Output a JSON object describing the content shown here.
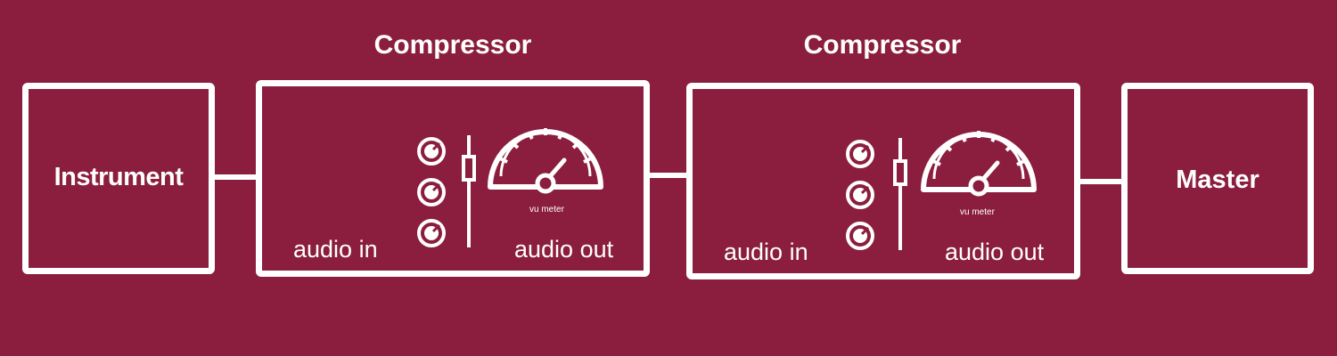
{
  "colors": {
    "background": "#8b1e3f",
    "foreground": "#ffffff"
  },
  "nodes": {
    "instrument": {
      "label": "Instrument"
    },
    "master": {
      "label": "Master"
    },
    "compressor1": {
      "title": "Compressor",
      "audio_in": "audio in",
      "audio_out": "audio out",
      "meter_label": "vu meter",
      "icons": [
        "knob-icon",
        "knob-icon",
        "knob-icon",
        "fader-icon",
        "vu-meter-icon"
      ]
    },
    "compressor2": {
      "title": "Compressor",
      "audio_in": "audio in",
      "audio_out": "audio out",
      "meter_label": "vu meter",
      "icons": [
        "knob-icon",
        "knob-icon",
        "knob-icon",
        "fader-icon",
        "vu-meter-icon"
      ]
    }
  },
  "edges": [
    {
      "from": "Instrument",
      "to": "Compressor"
    },
    {
      "from": "Compressor",
      "to": "Compressor"
    },
    {
      "from": "Compressor",
      "to": "Master"
    }
  ]
}
